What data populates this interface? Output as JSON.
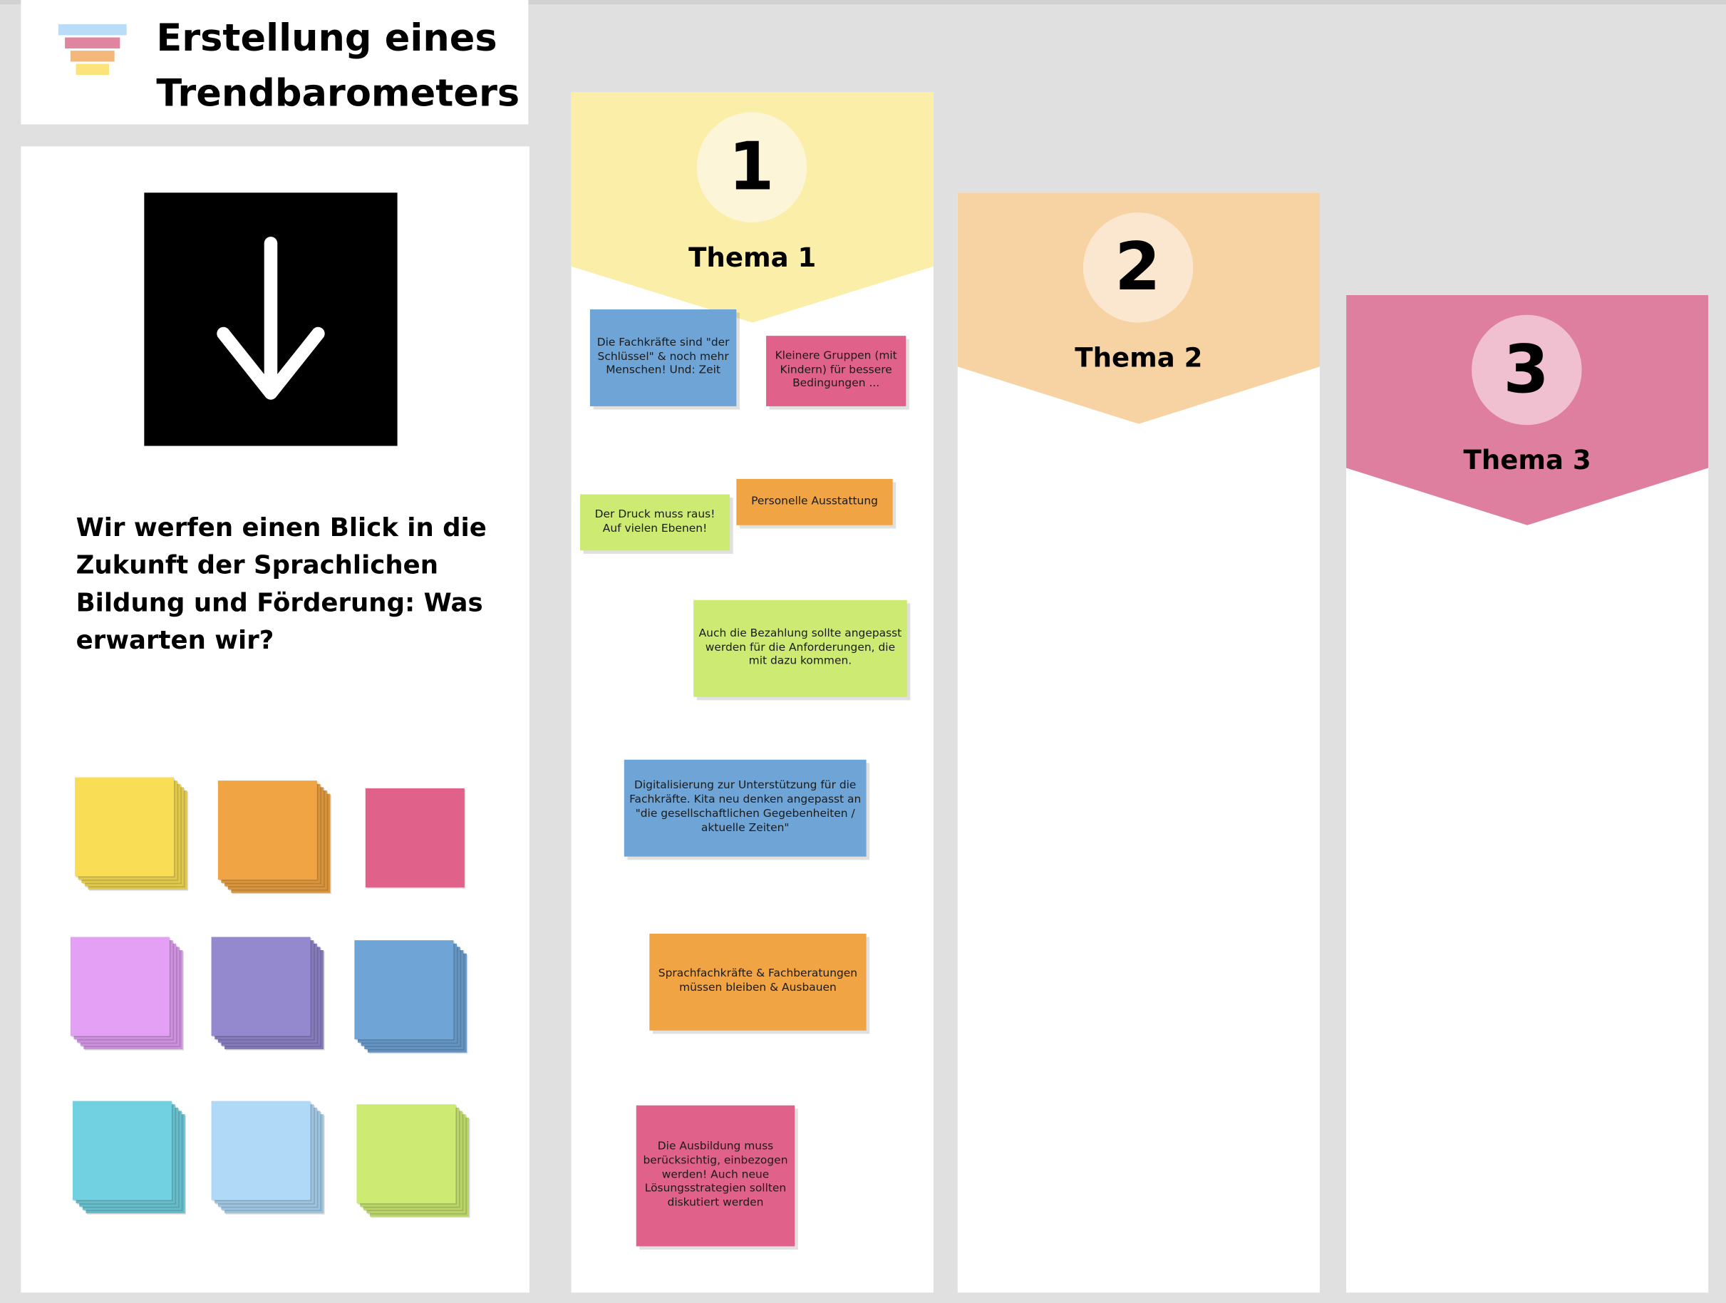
{
  "header": {
    "title_line1": "Erstellung eines",
    "title_line2": "Trendbarometers",
    "icon": "funnel-bars-icon"
  },
  "intro": {
    "icon": "arrow-down-icon",
    "text": "Wir werfen einen Blick in die Zukunft der Sprachlichen Bildung und Förderung: Was erwarten wir?"
  },
  "sticky_palette": [
    {
      "color": "#f9de55"
    },
    {
      "color": "#f0a444"
    },
    {
      "color": "#e0628a"
    },
    {
      "color": "#e3a0f5"
    },
    {
      "color": "#9488cf"
    },
    {
      "color": "#6fa5d6"
    },
    {
      "color": "#72d1e0"
    },
    {
      "color": "#b0d9f8"
    },
    {
      "color": "#cdeb73"
    }
  ],
  "columns": [
    {
      "number": "1",
      "title": "Thema 1",
      "color": "#fbeea8",
      "circle": "#fdf5d8"
    },
    {
      "number": "2",
      "title": "Thema 2",
      "color": "#f7d2a2",
      "circle": "#fbe7cf"
    },
    {
      "number": "3",
      "title": "Thema 3",
      "color": "#de7f9f",
      "circle": "#f0c0d1"
    }
  ],
  "notes": [
    {
      "text": "Die Fachkräfte sind \"der Schlüssel\" & noch mehr Menschen!  Und: Zeit",
      "color": "#6fa5d6"
    },
    {
      "text": "Kleinere Gruppen (mit Kindern) für bessere Bedingungen ...",
      "color": "#e0628a"
    },
    {
      "text": "Der Druck muss raus! Auf vielen Ebenen!",
      "color": "#cdeb73"
    },
    {
      "text": "Personelle Ausstattung",
      "color": "#f0a444"
    },
    {
      "text": "Auch die Bezahlung sollte angepasst werden für die Anforderungen, die mit dazu kommen.",
      "color": "#cdeb73"
    },
    {
      "text": "Digitalisierung zur Unterstützung für die Fachkräfte. Kita neu denken angepasst an \"die gesellschaftlichen Gegebenheiten / aktuelle Zeiten\"",
      "color": "#6fa5d6"
    },
    {
      "text": "Sprachfachkräfte  & Fachberatungen müssen bleiben & Ausbauen",
      "color": "#f0a444"
    },
    {
      "text": "Die Ausbildung muss berücksichtig, einbezogen werden! Auch neue Lösungsstrategien sollten diskutiert werden",
      "color": "#e0628a"
    }
  ]
}
